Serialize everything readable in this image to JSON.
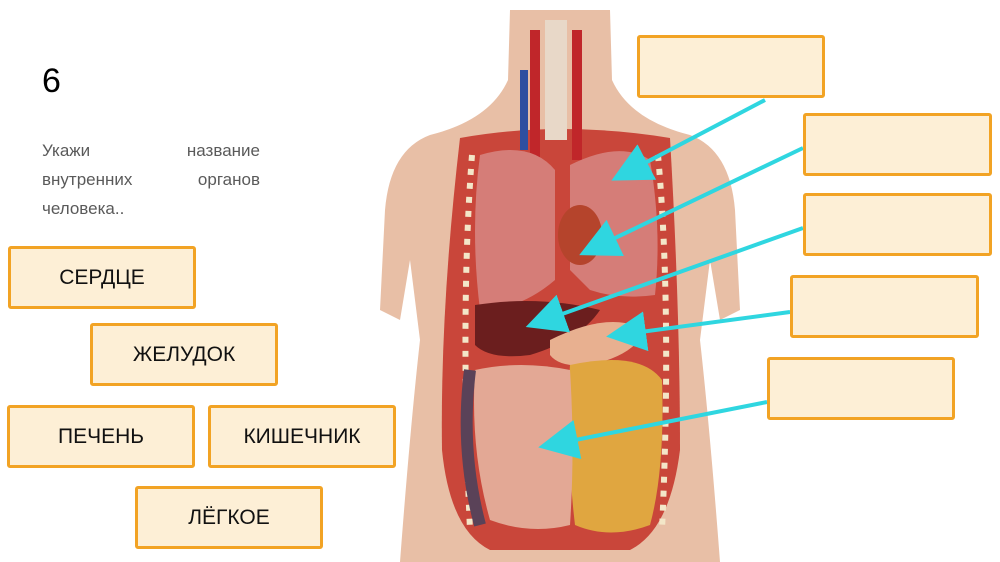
{
  "task": {
    "number": "6",
    "instruction": "Укажи название внутренних органов человека.."
  },
  "cards": [
    {
      "id": "heart",
      "label": "СЕРДЦЕ"
    },
    {
      "id": "stomach",
      "label": "ЖЕЛУДОК"
    },
    {
      "id": "liver",
      "label": "ПЕЧЕНЬ"
    },
    {
      "id": "intestine",
      "label": "КИШЕЧНИК"
    },
    {
      "id": "lung",
      "label": "ЛЁГКОЕ"
    }
  ],
  "targets": [
    {
      "id": "target-1",
      "value": ""
    },
    {
      "id": "target-2",
      "value": ""
    },
    {
      "id": "target-3",
      "value": ""
    },
    {
      "id": "target-4",
      "value": ""
    },
    {
      "id": "target-5",
      "value": ""
    }
  ],
  "colors": {
    "card_fill": "#fdefd6",
    "card_border": "#f2a324",
    "arrow": "#2fd6e0"
  }
}
